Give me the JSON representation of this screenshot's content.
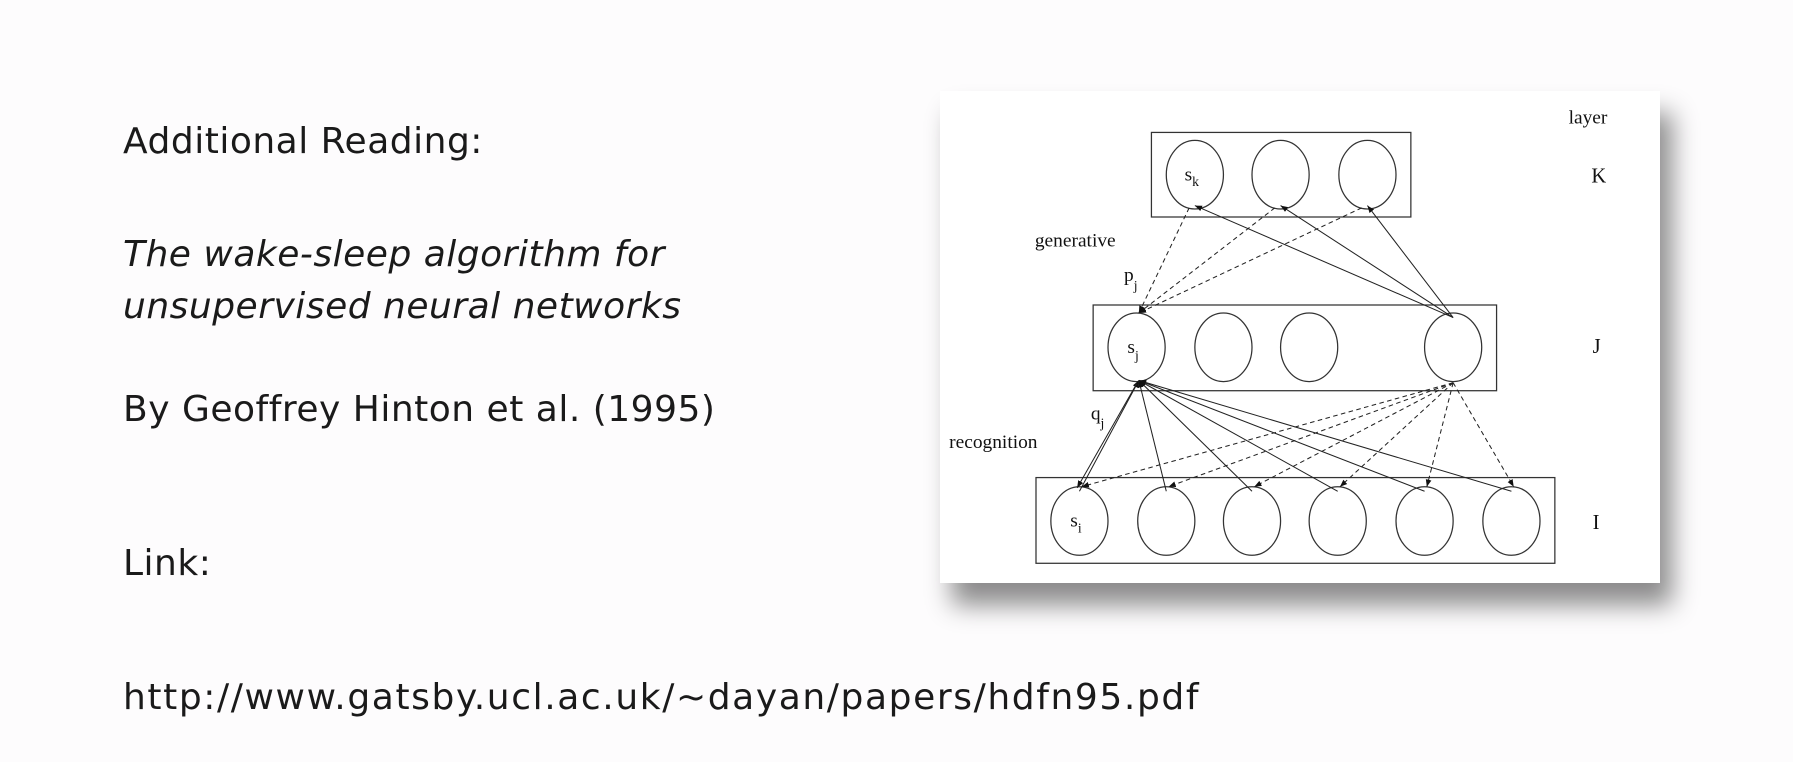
{
  "heading": "Additional Reading:",
  "paper_title_line1": "The wake-sleep algorithm for",
  "paper_title_line2": "unsupervised neural networks",
  "byline": "By Geoffrey Hinton et al. (1995)",
  "link_label": "Link:",
  "link_url": "http://www.gatsby.ucl.ac.uk/~dayan/papers/hdfn95.pdf",
  "diagram": {
    "layer_header": "layer",
    "layers": {
      "K": "K",
      "J": "J",
      "I": "I"
    },
    "node_labels": {
      "sk": "s",
      "sk_sub": "k",
      "sj": "s",
      "sj_sub": "j",
      "si": "s",
      "si_sub": "i"
    },
    "generative_label": "generative",
    "recognition_label": "recognition",
    "p": "p",
    "p_sub": "j",
    "q": "q",
    "q_sub": "j"
  }
}
